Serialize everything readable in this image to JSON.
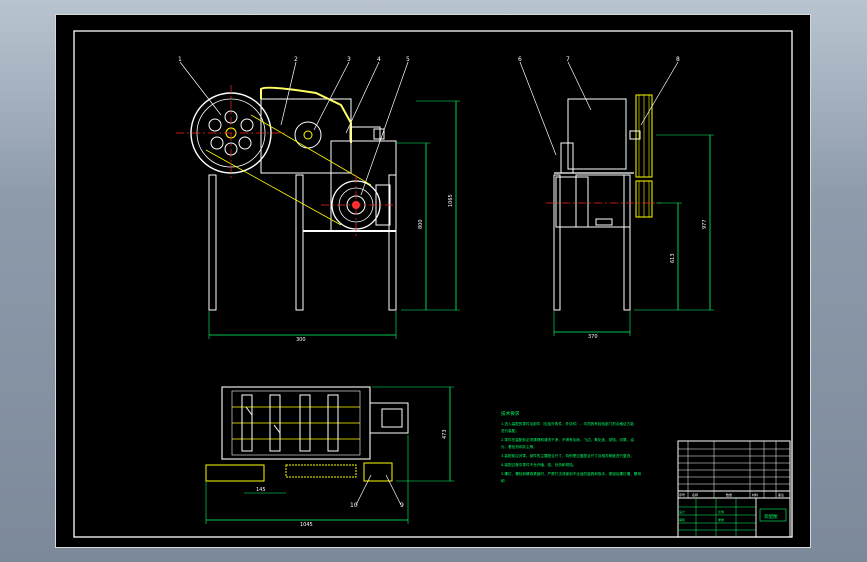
{
  "drawing": {
    "front_view": {
      "callouts": [
        "1",
        "2",
        "3",
        "4",
        "5"
      ],
      "dims": {
        "width": "300",
        "height_total": "1065",
        "height_mid": "800"
      }
    },
    "side_view": {
      "callouts": [
        "6",
        "7",
        "8"
      ],
      "dims": {
        "width": "370",
        "height_total": "977",
        "height_mid": "613"
      }
    },
    "top_view": {
      "callouts": [
        "10",
        "9"
      ],
      "dims": {
        "width": "1045",
        "height": "473",
        "small": "145"
      }
    },
    "notes": {
      "heading": "技术要求",
      "lines": [
        "1.进入装配的零件及部件（包括外购件、外协件），均须具有检验部门的合格证方能",
        "进行装配。",
        "2.零件在装配前必须清理和清洗干净，不得有毛刺、飞边、氧化皮、锈蚀、切屑、油",
        "污、着色剂和灰尘等。",
        "3.装配前应对零、部件的主要配合尺寸，特别是过盈配合尺寸及相关精度进行复查。",
        "4.装配过程中零件不允许磕、碰、划伤和锈蚀。",
        "5.螺钉、螺栓和螺母紧固时，严禁打击或使用不合适的旋具和扳手。紧固后螺钉槽、螺母",
        "和"
      ]
    },
    "title_block": {
      "drawing_name": "装配图",
      "cells": [
        "序号",
        "名称",
        "数量",
        "材料",
        "备注",
        "设计",
        "审核",
        "比例",
        "重量"
      ]
    }
  }
}
